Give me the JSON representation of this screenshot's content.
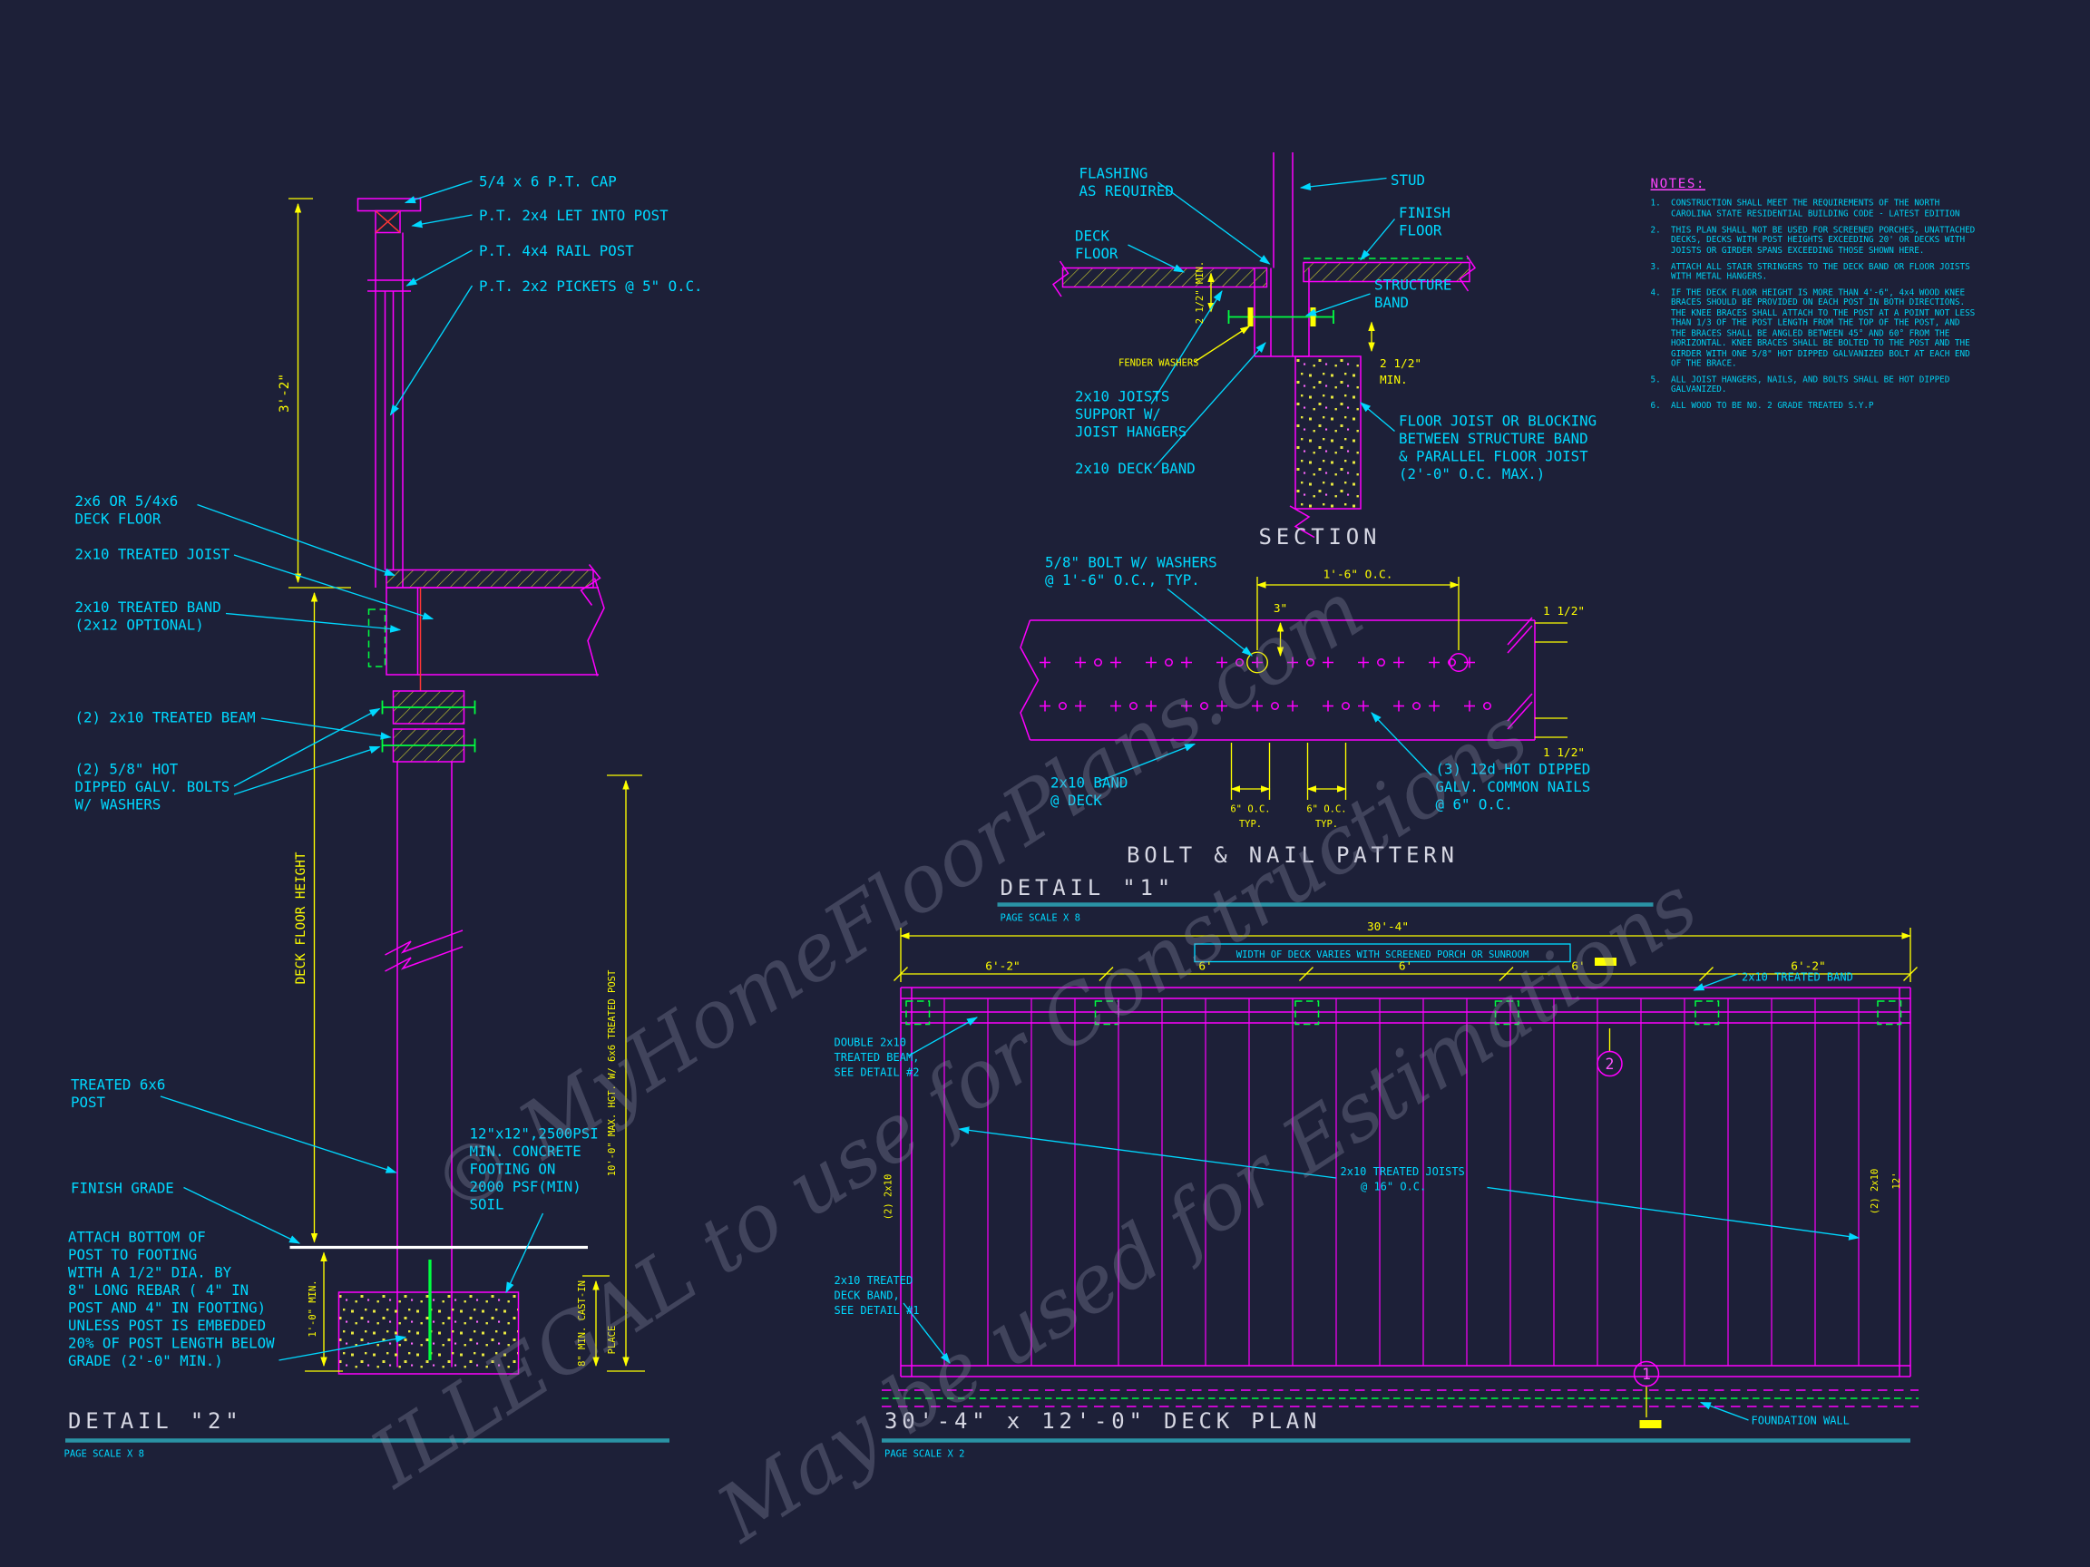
{
  "colors": {
    "background": "#1d2038",
    "line_primary": "#ff00ff",
    "labels": "#00d8ff",
    "dims": "#ffff00",
    "titles": "#d6d7e3"
  },
  "watermark": {
    "line1": "© MyHomeFloorPlans.com",
    "line2": "ILLEGAL to use for Constructions",
    "line3": "May be used for Estimations"
  },
  "detail2": {
    "title": "DETAIL \"2\"",
    "page_scale": "PAGE SCALE X 8",
    "cap": "5/4 x 6 P.T. CAP",
    "let_in": "P.T. 2x4 LET INTO POST",
    "rail_post": "P.T. 4x4 RAIL POST",
    "pickets": "P.T. 2x2 PICKETS @ 5\" O.C.",
    "deck_floor": [
      "2x6 OR 5/4x6",
      "DECK FLOOR"
    ],
    "joist": "2x10 TREATED JOIST",
    "band": [
      "2x10 TREATED BAND",
      "(2x12 OPTIONAL)"
    ],
    "beam": "(2) 2x10 TREATED BEAM",
    "bolts": [
      "(2) 5/8\" HOT",
      "DIPPED GALV. BOLTS",
      "W/ WASHERS"
    ],
    "post": [
      "TREATED 6x6",
      "POST"
    ],
    "grade": "FINISH GRADE",
    "attach": [
      "ATTACH BOTTOM OF",
      "POST TO FOOTING",
      "WITH A 1/2\" DIA. BY",
      "8\" LONG REBAR ( 4\" IN",
      "POST AND 4\" IN FOOTING)",
      "UNLESS POST IS EMBEDDED",
      "20% OF POST LENGTH BELOW",
      "GRADE (2'-0\" MIN.)"
    ],
    "footing": [
      "12\"x12\",2500PSI",
      "MIN. CONCRETE",
      "FOOTING ON",
      "2000 PSF(MIN)",
      "SOIL"
    ],
    "dim_rail_height": "3'-2\"",
    "dim_deck_floor_height": "DECK FLOOR HEIGHT",
    "dim_max_height": "10'-0\" MAX. HGT. W/ 6x6 TREATED POST",
    "dim_embed": "1'-0\" MIN.",
    "dim_cast": [
      "8\" MIN. CAST-IN",
      "PLACE"
    ]
  },
  "section": {
    "title": "SECTION",
    "flashing": [
      "FLASHING",
      "AS REQUIRED"
    ],
    "stud": "STUD",
    "finish_floor": [
      "FINISH",
      "FLOOR"
    ],
    "deck_floor": [
      "DECK",
      "FLOOR"
    ],
    "structure_band": [
      "STRUCTURE",
      "BAND"
    ],
    "dim_min_left": "2 1/2\" MIN.",
    "fender_washers": "FENDER WASHERS",
    "joists": [
      "2x10 JOISTS",
      "SUPPORT W/",
      "JOIST HANGERS"
    ],
    "deck_band": "2x10 DECK BAND",
    "dim_min_right": [
      "2 1/2\"",
      "MIN."
    ],
    "floor_joist": [
      "FLOOR JOIST OR BLOCKING",
      "BETWEEN STRUCTURE BAND",
      "& PARALLEL FLOOR JOIST",
      "(2'-0\" O.C. MAX.)"
    ]
  },
  "detail1": {
    "pattern_title": "BOLT & NAIL PATTERN",
    "title": "DETAIL \"1\"",
    "page_scale": "PAGE SCALE X 8",
    "bolt_label": [
      "5/8\" BOLT W/ WASHERS",
      "@ 1'-6\" O.C., TYP."
    ],
    "dim_oc": "1'-6\" O.C.",
    "dim_top_edge": "3\"",
    "dim_edge_top": "1 1/2\"",
    "dim_edge_bot": "1 1/2\"",
    "band_label": [
      "2x10 BAND",
      "@ DECK"
    ],
    "dim_6oc": "6\" O.C.",
    "dim_typ": "TYP.",
    "nails_label": [
      "(3) 12d HOT DIPPED",
      "GALV. COMMON NAILS",
      "@ 6\" O.C."
    ]
  },
  "notes": {
    "heading": "NOTES:",
    "items": [
      {
        "num": "1.",
        "text": "CONSTRUCTION SHALL MEET THE REQUIREMENTS OF THE NORTH CAROLINA STATE RESIDENTIAL BUILDING CODE - LATEST EDITION"
      },
      {
        "num": "2.",
        "text": "THIS PLAN SHALL NOT BE USED FOR SCREENED PORCHES, UNATTACHED DECKS, DECKS WITH POST HEIGHTS EXCEEDING 20' OR DECKS WITH JOISTS OR GIRDER SPANS EXCEEDING THOSE SHOWN HERE."
      },
      {
        "num": "3.",
        "text": "ATTACH ALL STAIR STRINGERS TO THE DECK BAND OR FLOOR JOISTS WITH METAL HANGERS."
      },
      {
        "num": "4.",
        "text": "IF THE DECK FLOOR HEIGHT IS MORE THAN 4'-6\", 4x4 WOOD KNEE BRACES SHOULD BE PROVIDED ON EACH POST IN BOTH DIRECTIONS. THE KNEE BRACES SHALL ATTACH TO THE POST AT A POINT NOT LESS THAN 1/3 OF THE POST LENGTH FROM THE TOP OF THE POST, AND THE BRACES SHALL BE ANGLED BETWEEN 45° AND 60° FROM THE HORIZONTAL.  KNEE BRACES SHALL BE BOLTED TO THE POST AND THE GIRDER WITH ONE 5/8\" HOT DIPPED GALVANIZED BOLT AT EACH END OF THE BRACE."
      },
      {
        "num": "5.",
        "text": "ALL JOIST HANGERS, NAILS, AND BOLTS SHALL BE HOT DIPPED GALVANIZED."
      },
      {
        "num": "6.",
        "text": "ALL WOOD TO BE NO. 2 GRADE TREATED S.Y.P"
      }
    ]
  },
  "deck_plan": {
    "title": "30'-4\" x 12'-0\" DECK PLAN",
    "page_scale": "PAGE SCALE X 2",
    "dim_overall": "30'-4\"",
    "width_note": "WIDTH OF DECK VARIES WITH SCREENED PORCH OR SUNROOM",
    "seg_dims": [
      "6'-2\"",
      "6'",
      "6'",
      "6'",
      "6'-2\""
    ],
    "band_label": "2x10 TREATED BAND",
    "beam_label": [
      "DOUBLE 2x10",
      "TREATED BEAM,",
      "SEE DETAIL #2"
    ],
    "joists_label": [
      "2x10 TREATED JOISTS",
      "@ 16\" O.C."
    ],
    "deck_band_label": [
      "2x10 TREATED",
      "DECK BAND,",
      "SEE DETAIL #1"
    ],
    "double_left": "(2) 2x10",
    "double_right": "(2) 2x10",
    "dim_depth": "12'",
    "callout_beam": "2",
    "callout_band": "1",
    "foundation": "FOUNDATION WALL"
  }
}
